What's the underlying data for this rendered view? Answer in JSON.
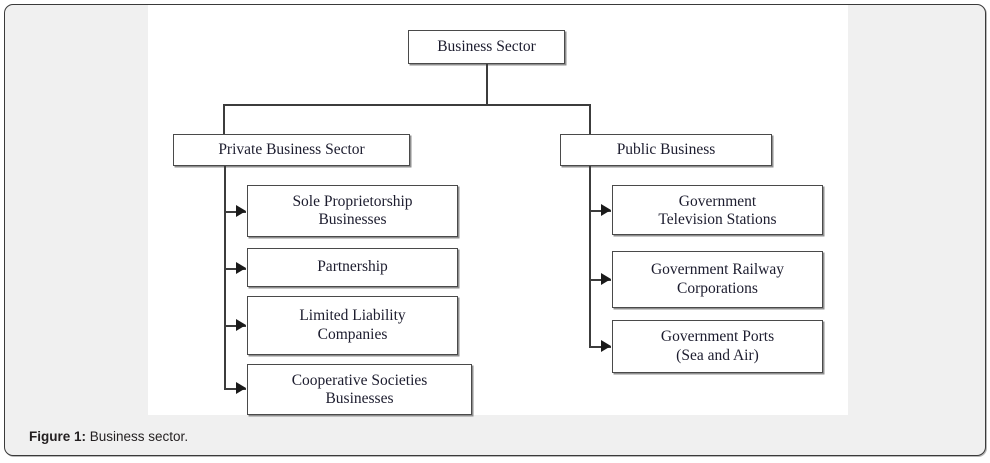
{
  "caption": {
    "label": "Figure 1:",
    "text": " Business sector."
  },
  "diagram": {
    "type": "tree",
    "root": {
      "label": "Business Sector"
    },
    "branches": [
      {
        "label": "Private Business  Sector",
        "children": [
          {
            "line1": "Sole Proprietorship",
            "line2": "Businesses"
          },
          {
            "line1": "Partnership",
            "line2": ""
          },
          {
            "line1": "Limited Liability",
            "line2": "Companies"
          },
          {
            "line1": "Cooperative Societies",
            "line2": "Businesses"
          }
        ]
      },
      {
        "label": "Public Business",
        "children": [
          {
            "line1": "Government",
            "line2": "Television Stations"
          },
          {
            "line1": "Government Railway",
            "line2": "Corporations"
          },
          {
            "line1": "Government Ports",
            "line2": "(Sea and Air)"
          }
        ]
      }
    ]
  },
  "colors": {
    "frame_bg": "#f0f0f0",
    "panel_bg": "#ffffff",
    "box_border": "#4a4a4a",
    "box_shadow": "#8f8f8f",
    "line": "#3c3c3c",
    "text": "#1c1c2e",
    "caption_text": "#231f20"
  }
}
